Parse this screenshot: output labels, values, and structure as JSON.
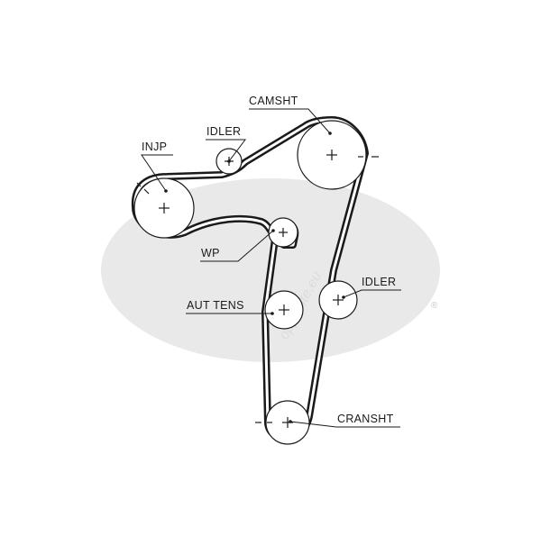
{
  "colors": {
    "ink": "#1a1a1a",
    "belt": "#1a1a1a",
    "watermark": "#e9e9e9",
    "watermark_text": "#dcdcdc"
  },
  "labels": {
    "camshaft": "CAMSHT",
    "idler_top": "IDLER",
    "injection_pump": "INJP",
    "water_pump": "WP",
    "auto_tensioner": "AUT TENS",
    "idler_right": "IDLER",
    "crankshaft": "CRANSHT"
  },
  "watermark": {
    "text": "opposite.eu",
    "registered_mark": "®"
  }
}
